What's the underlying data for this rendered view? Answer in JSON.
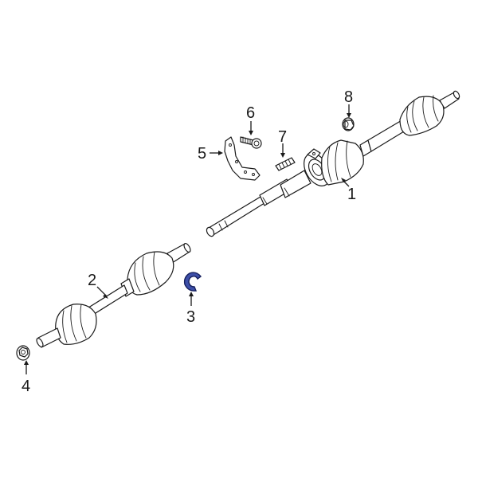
{
  "diagram": {
    "type": "exploded-parts-diagram",
    "subject": "Front CV Axle Assembly",
    "highlight_color": "#3d4fa8",
    "callouts": [
      {
        "id": "1",
        "label": "1",
        "part": "right axle shaft assembly with intermediate shaft"
      },
      {
        "id": "2",
        "label": "2",
        "part": "left axle shaft assembly"
      },
      {
        "id": "3",
        "label": "3",
        "part": "retaining clip (highlighted)",
        "highlighted": true
      },
      {
        "id": "4",
        "label": "4",
        "part": "hub nut"
      },
      {
        "id": "5",
        "label": "5",
        "part": "support bracket"
      },
      {
        "id": "6",
        "label": "6",
        "part": "bolt"
      },
      {
        "id": "7",
        "label": "7",
        "part": "stud"
      },
      {
        "id": "8",
        "label": "8",
        "part": "nut"
      }
    ]
  }
}
